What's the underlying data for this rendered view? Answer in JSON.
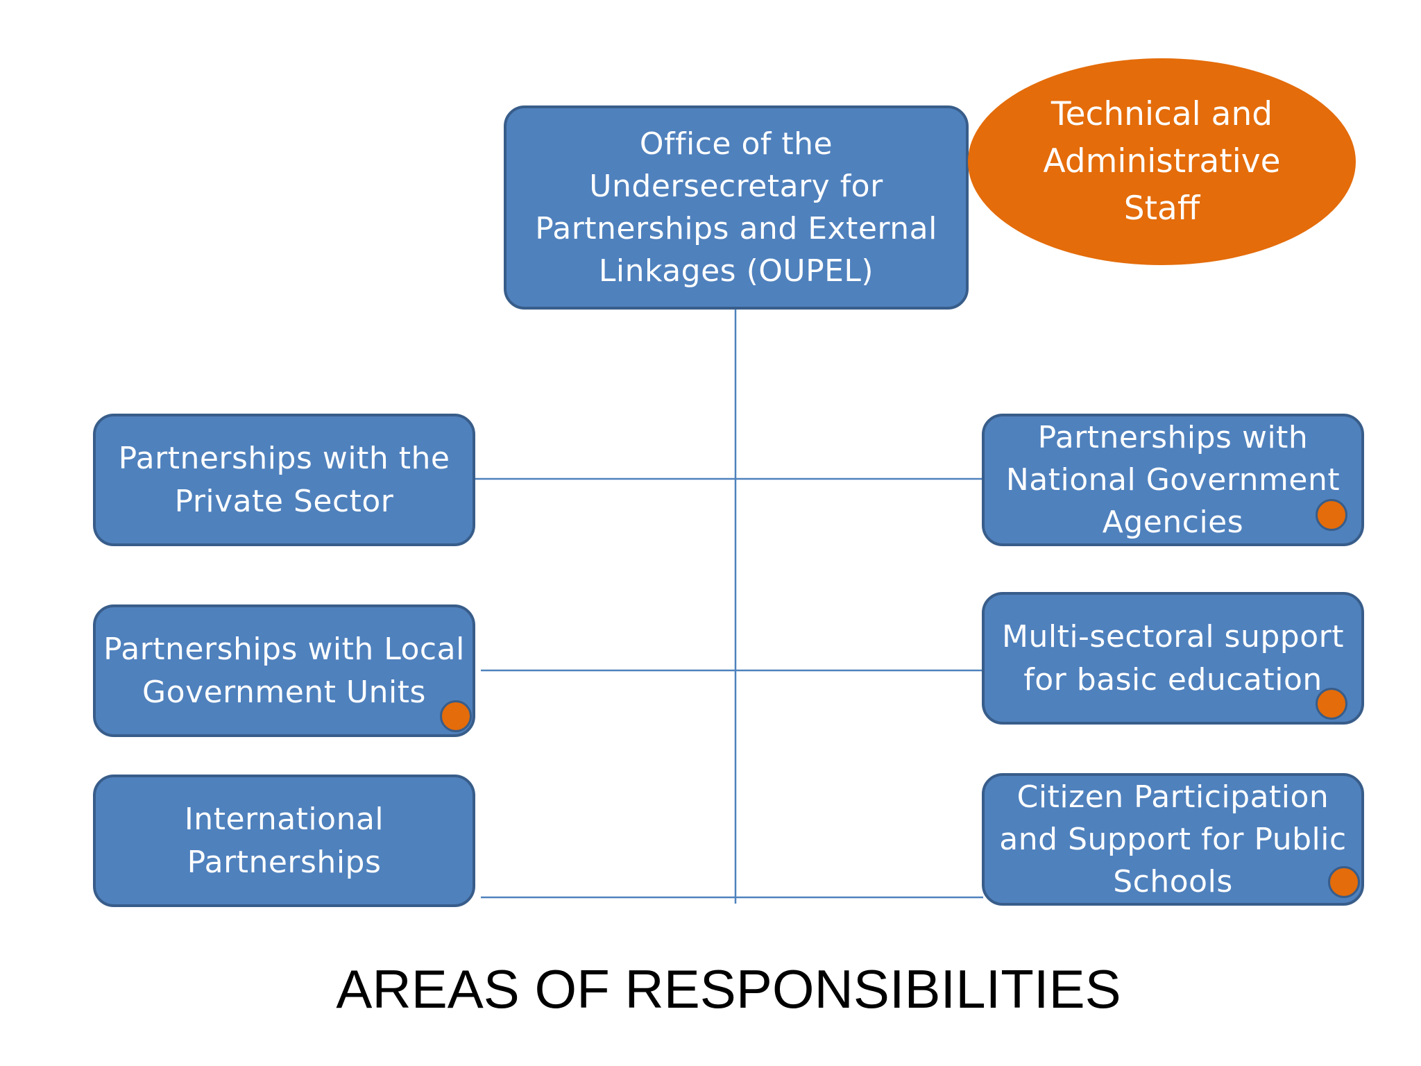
{
  "diagram": {
    "root": {
      "label": "Office  of the\nUndersecretary for\nPartnerships and External\nLinkages (OUPEL)"
    },
    "staff": {
      "label": "Technical and\nAdministrative\nStaff"
    },
    "left_units": [
      {
        "label": "Partnerships with the\nPrivate Sector",
        "badge": false
      },
      {
        "label": "Partnerships with Local\nGovernment Units",
        "badge": true
      },
      {
        "label": "International\nPartnerships",
        "badge": false
      }
    ],
    "right_units": [
      {
        "label": "Partnerships with\nNational Government\nAgencies",
        "badge": true
      },
      {
        "label": "Multi-sectoral support\nfor basic education",
        "badge": true
      },
      {
        "label": "Citizen Participation\nand Support for Public\nSchools",
        "badge": true
      }
    ],
    "title": "AREAS OF RESPONSIBILITIES"
  },
  "colors": {
    "box_fill": "#4f81bd",
    "box_border": "#385d8a",
    "accent_orange": "#e46c0a",
    "connector": "#4f81bd",
    "text_on_box": "#ffffff",
    "title_text": "#000000"
  },
  "icons": {
    "badge": "orange-dot-icon"
  }
}
